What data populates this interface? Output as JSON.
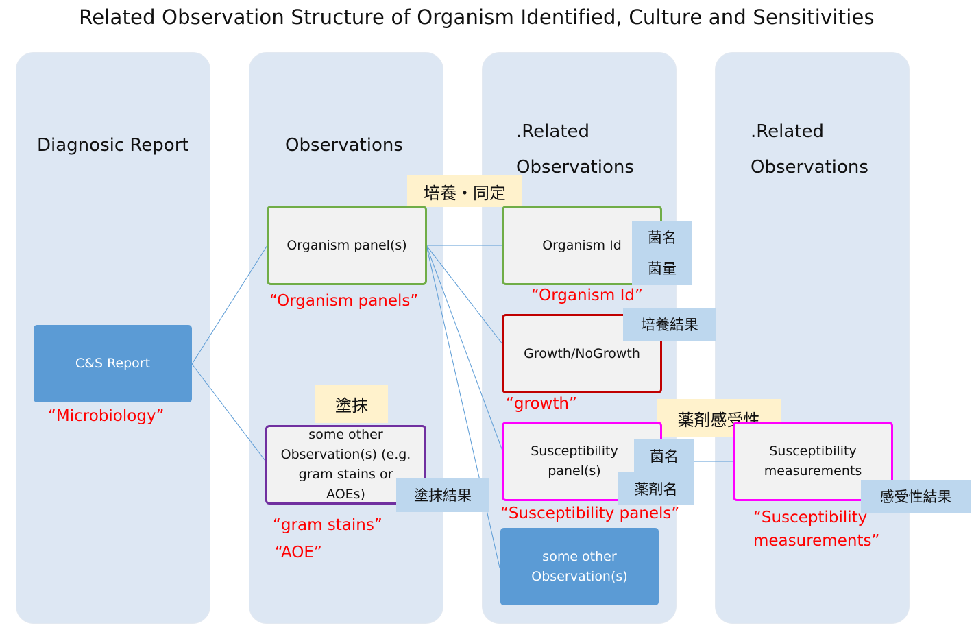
{
  "title": "Related Observation Structure of Organism Identified, Culture and Sensitivities",
  "columns": {
    "col1": "Diagnosic Report",
    "col2": "Observations",
    "col3": ".Related\nObservations",
    "col4": ".Related\nObservations"
  },
  "nodes": {
    "cs_report": "C&S Report",
    "organism_panel": "Organism panel(s)",
    "other_obs_left": "some other Observation(s) (e.g. gram stains or AOEs)",
    "organism_id": "Organism Id",
    "growth": "Growth/NoGrowth",
    "susc_panel": "Susceptibility panel(s)",
    "other_obs_right": "some other Observation(s)",
    "susc_measure": "Susceptibility measurements"
  },
  "captions": {
    "microbiology": "“Microbiology”",
    "organism_panels": "“Organism panels”",
    "gram_stains": "“gram stains”",
    "aoe": "“AOE”",
    "organism_id": "“Organism Id”",
    "growth": "“growth”",
    "susc_panels": "“Susceptibility panels”",
    "susc_measure_1": "“Susceptibility",
    "susc_measure_2": "measurements”"
  },
  "tags": {
    "culture_id": "培養・同定",
    "smear": "塗抹",
    "susceptibility": "薬剤感受性",
    "org_name": "菌名",
    "org_quantity": "菌量",
    "culture_result": "培養結果",
    "smear_result": "塗抹結果",
    "susc_org_name": "菌名",
    "drug_name": "薬剤名",
    "susc_result": "感受性結果"
  },
  "colors": {
    "column_bg": "#dde7f3",
    "blue_node": "#5b9bd5",
    "green": "#70ad47",
    "purple": "#7030a0",
    "dark_red": "#c00000",
    "magenta": "#ff00ff",
    "caption_red": "#ff0000",
    "yellow_tag": "#fff2cc",
    "blue_tag": "#bdd7ee",
    "connector": "#5b9bd5"
  }
}
